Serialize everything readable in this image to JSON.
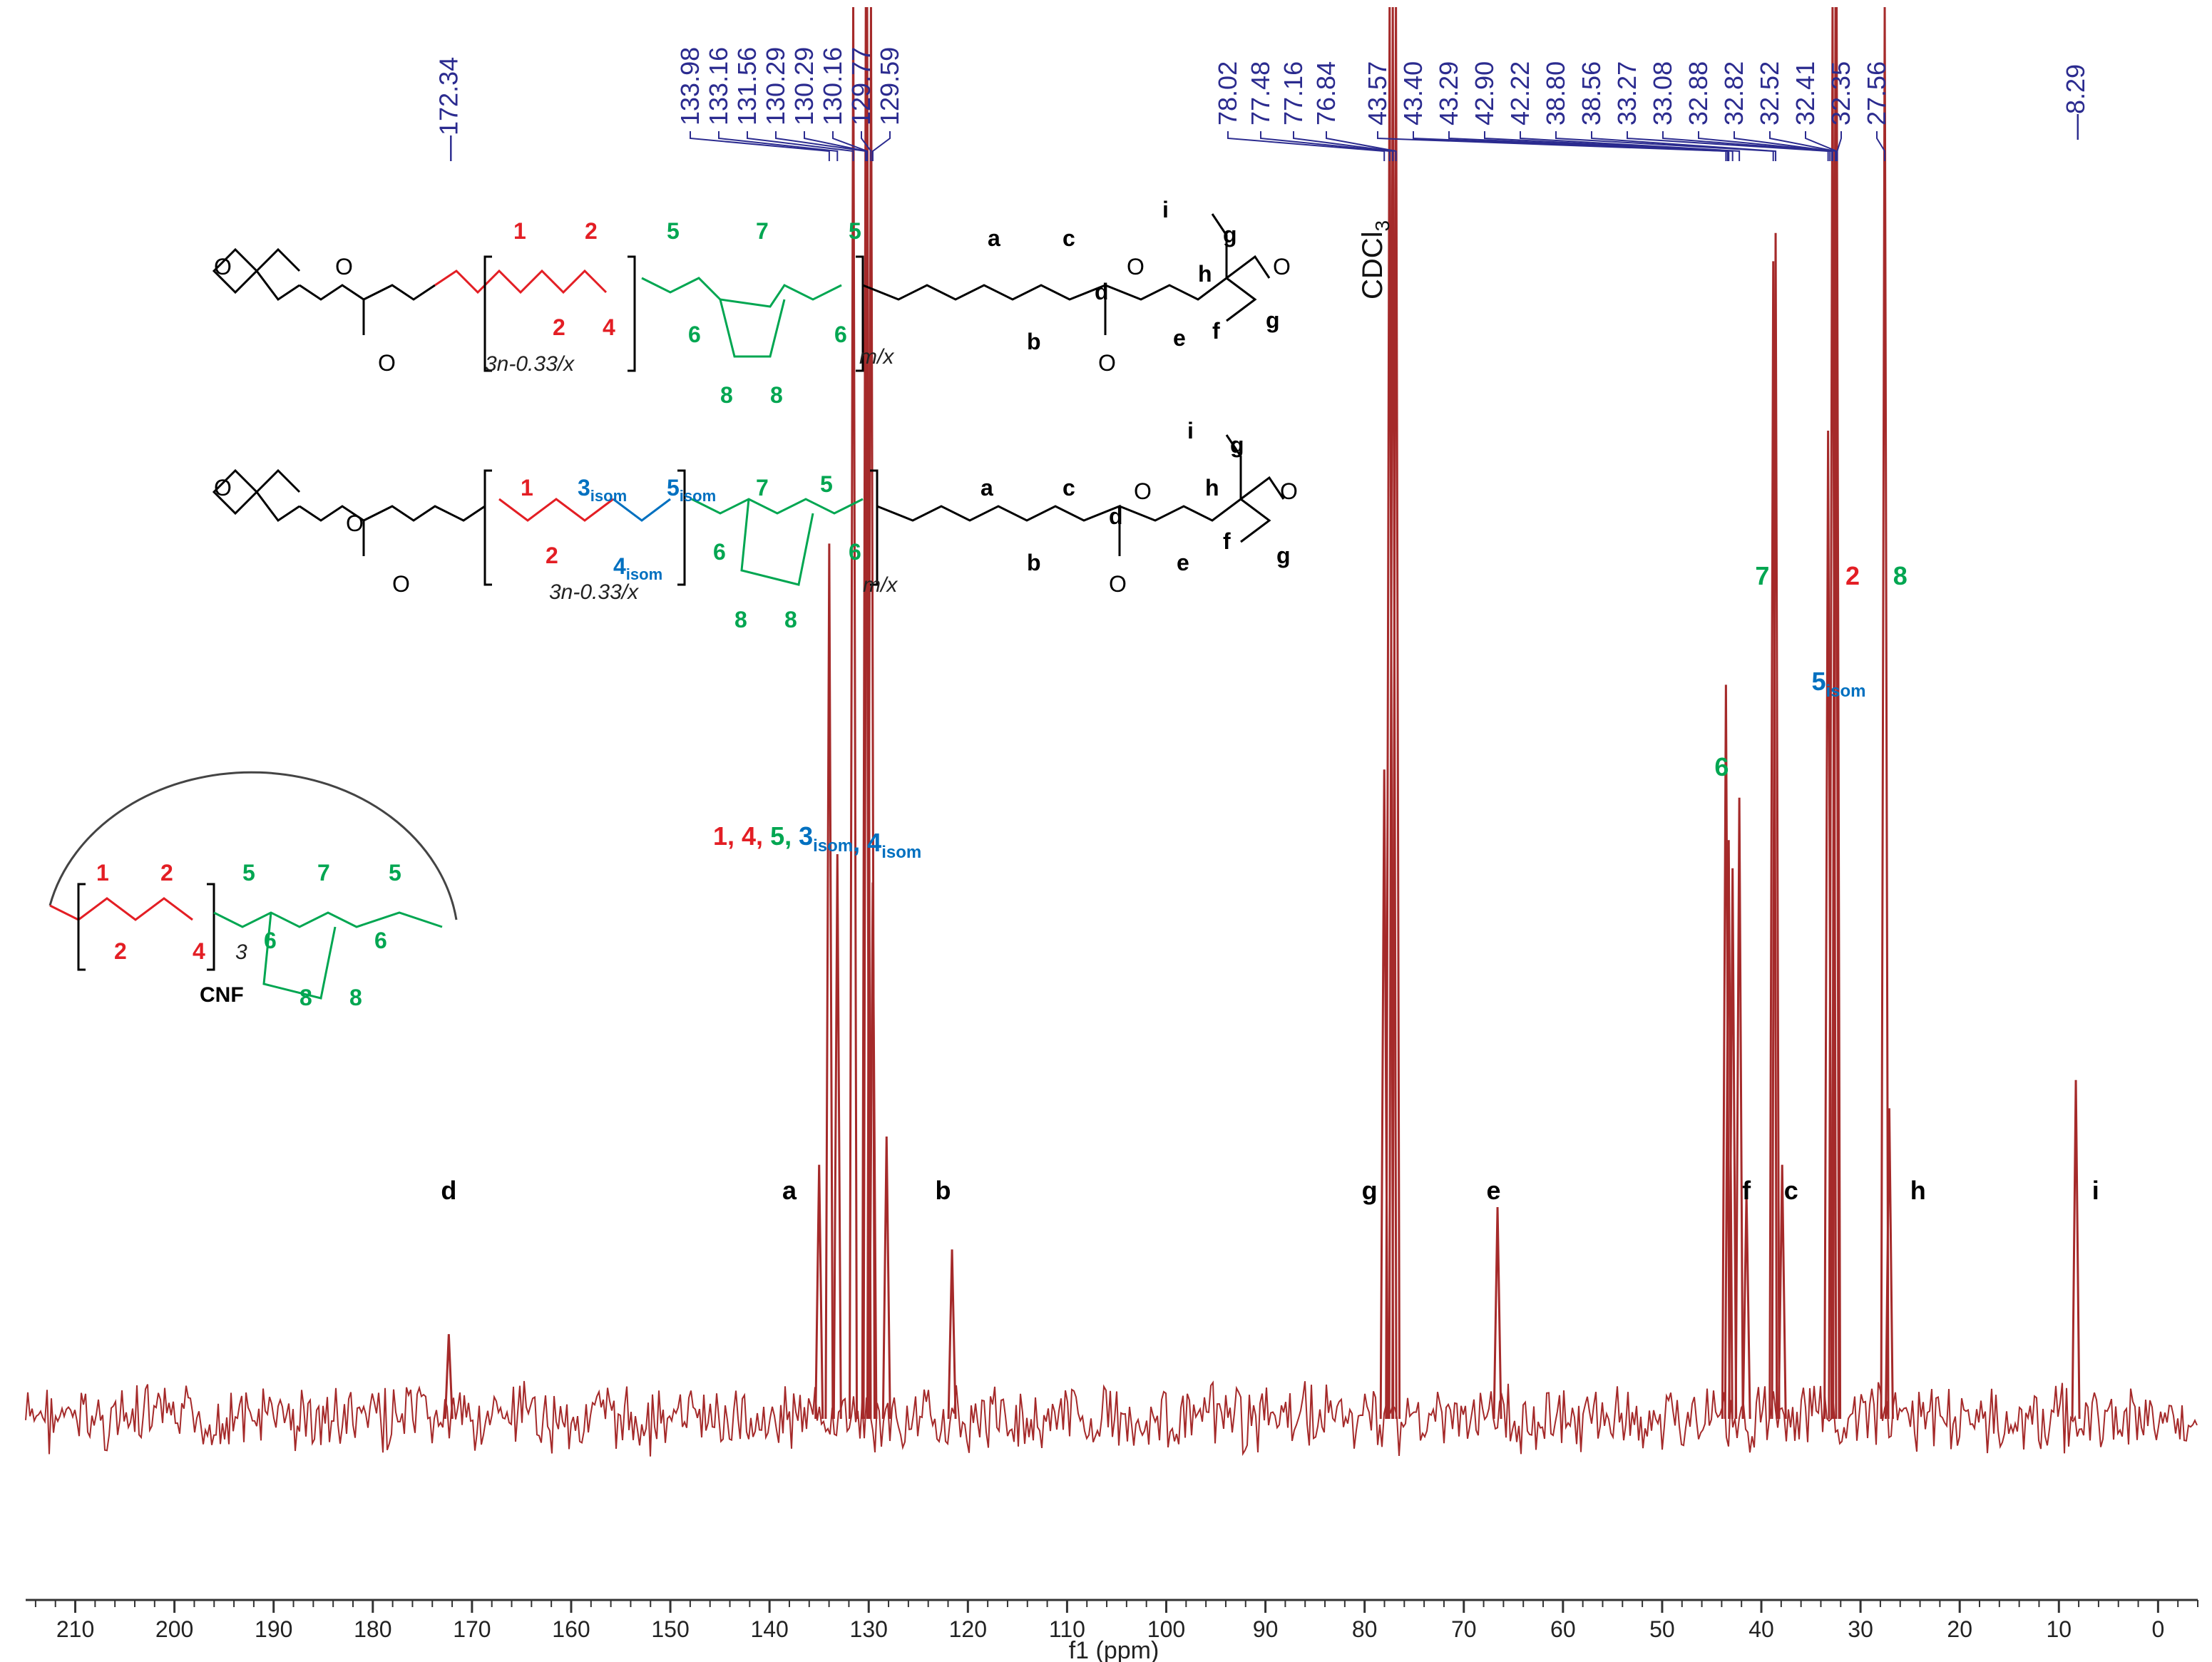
{
  "chart_data": {
    "type": "line",
    "xlabel": "f1 (ppm)",
    "xlim": [
      215,
      -4
    ],
    "x_reversed": true,
    "x_ticks": [
      210,
      200,
      190,
      180,
      170,
      160,
      150,
      140,
      130,
      120,
      110,
      100,
      90,
      80,
      70,
      60,
      50,
      40,
      30,
      20,
      10,
      0
    ],
    "y_axis_shown": false,
    "grid": false,
    "line_color": "#A52A2A",
    "peak_label_color": "#2B2B8F",
    "solvent_label": "CDCl3",
    "peak_labels_left": [
      "172.34"
    ],
    "peak_labels_olefin": [
      "133.98",
      "133.16",
      "131.56",
      "130.29",
      "130.29",
      "130.16",
      "129.77",
      "129.59"
    ],
    "peak_labels_solvent": [
      "78.02",
      "77.48",
      "77.16",
      "76.84"
    ],
    "peak_labels_aliphatic": [
      "43.57",
      "43.40",
      "43.29",
      "42.90",
      "42.22",
      "38.80",
      "38.56",
      "33.27",
      "33.08",
      "32.88",
      "32.82",
      "32.52",
      "32.41",
      "32.35",
      "27.56"
    ],
    "peak_labels_right": [
      "8.29"
    ],
    "peaks": [
      {
        "ppm": 172.34,
        "height": 0.06
      },
      {
        "ppm": 135.0,
        "height": 0.18
      },
      {
        "ppm": 133.98,
        "height": 0.62
      },
      {
        "ppm": 133.16,
        "height": 0.4
      },
      {
        "ppm": 131.56,
        "height": 1.0
      },
      {
        "ppm": 130.29,
        "height": 1.0
      },
      {
        "ppm": 130.16,
        "height": 1.0
      },
      {
        "ppm": 129.77,
        "height": 1.0
      },
      {
        "ppm": 129.59,
        "height": 0.38
      },
      {
        "ppm": 128.2,
        "height": 0.2
      },
      {
        "ppm": 121.6,
        "height": 0.12
      },
      {
        "ppm": 78.02,
        "height": 0.46
      },
      {
        "ppm": 77.48,
        "height": 1.0
      },
      {
        "ppm": 77.16,
        "height": 1.0
      },
      {
        "ppm": 76.84,
        "height": 1.0
      },
      {
        "ppm": 66.6,
        "height": 0.15
      },
      {
        "ppm": 43.57,
        "height": 0.52
      },
      {
        "ppm": 43.29,
        "height": 0.41
      },
      {
        "ppm": 42.9,
        "height": 0.39
      },
      {
        "ppm": 42.22,
        "height": 0.44
      },
      {
        "ppm": 41.5,
        "height": 0.16
      },
      {
        "ppm": 38.8,
        "height": 0.82
      },
      {
        "ppm": 38.56,
        "height": 0.84
      },
      {
        "ppm": 37.9,
        "height": 0.18
      },
      {
        "ppm": 33.27,
        "height": 0.7
      },
      {
        "ppm": 32.82,
        "height": 1.0
      },
      {
        "ppm": 32.52,
        "height": 1.0
      },
      {
        "ppm": 32.41,
        "height": 1.0
      },
      {
        "ppm": 27.56,
        "height": 1.0
      },
      {
        "ppm": 27.1,
        "height": 0.22
      },
      {
        "ppm": 8.29,
        "height": 0.24
      }
    ],
    "assignment_labels": [
      {
        "text": "d",
        "ppm": 172.34,
        "color": "#000000"
      },
      {
        "text": "a",
        "ppm": 138.0,
        "color": "#000000"
      },
      {
        "text": "b",
        "ppm": 122.5,
        "color": "#000000"
      },
      {
        "text": "g",
        "ppm": 79.5,
        "color": "#000000"
      },
      {
        "text": "e",
        "ppm": 67.0,
        "color": "#000000"
      },
      {
        "text": "f",
        "ppm": 41.5,
        "color": "#000000"
      },
      {
        "text": "c",
        "ppm": 37.0,
        "color": "#000000"
      },
      {
        "text": "h",
        "ppm": 24.2,
        "color": "#000000"
      },
      {
        "text": "i",
        "ppm": 6.3,
        "color": "#000000"
      }
    ],
    "carbon_labels": [
      {
        "text": "7",
        "ppm": 39.9,
        "color": "#00A651"
      },
      {
        "text": "2",
        "ppm": 30.8,
        "color": "#E31E24"
      },
      {
        "text": "8",
        "ppm": 26.0,
        "color": "#00A651"
      },
      {
        "text": "6",
        "ppm": 44.0,
        "color": "#00A651"
      },
      {
        "text": "5",
        "ppm": 32.2,
        "color": "#0070C0",
        "sub": "isom"
      }
    ],
    "olefin_assignment": [
      {
        "text": "1, ",
        "color": "#E31E24"
      },
      {
        "text": "4, ",
        "color": "#E31E24"
      },
      {
        "text": "5, ",
        "color": "#00A651"
      },
      {
        "text": "3",
        "sub": "isom",
        "color": "#0070C0"
      },
      {
        "text": ", ",
        "color": "#0070C0"
      },
      {
        "text": "4",
        "sub": "isom",
        "color": "#0070C0"
      }
    ]
  },
  "structures": {
    "struct1": {
      "labels_red": [
        "1",
        "2",
        "2",
        "4"
      ],
      "labels_green": [
        "5",
        "7",
        "5",
        "6",
        "6",
        "8",
        "8"
      ],
      "labels_black": [
        "a",
        "c",
        "d",
        "b",
        "e",
        "f",
        "i",
        "g",
        "h",
        "g"
      ],
      "repeat_inner": "3n-0.33/x",
      "repeat_outer": "m/x",
      "atoms": [
        "O",
        "O",
        "O",
        "O",
        "O",
        "O"
      ]
    },
    "struct2": {
      "labels_red": [
        "1",
        "2"
      ],
      "labels_blue": [
        "3",
        "5",
        "4"
      ],
      "isom_sub": "isom",
      "labels_green": [
        "7",
        "5",
        "6",
        "6",
        "8",
        "8"
      ],
      "labels_black": [
        "a",
        "c",
        "d",
        "b",
        "e",
        "f",
        "i",
        "g",
        "h",
        "g"
      ],
      "repeat_inner": "3n-0.33/x",
      "repeat_outer": "m/x",
      "atoms": [
        "O",
        "O",
        "O",
        "O",
        "O",
        "O"
      ]
    },
    "struct3": {
      "name": "CNF",
      "labels_red": [
        "1",
        "2",
        "2",
        "4"
      ],
      "labels_green": [
        "5",
        "7",
        "5",
        "6",
        "6",
        "8",
        "8"
      ],
      "repeat": "3"
    }
  }
}
